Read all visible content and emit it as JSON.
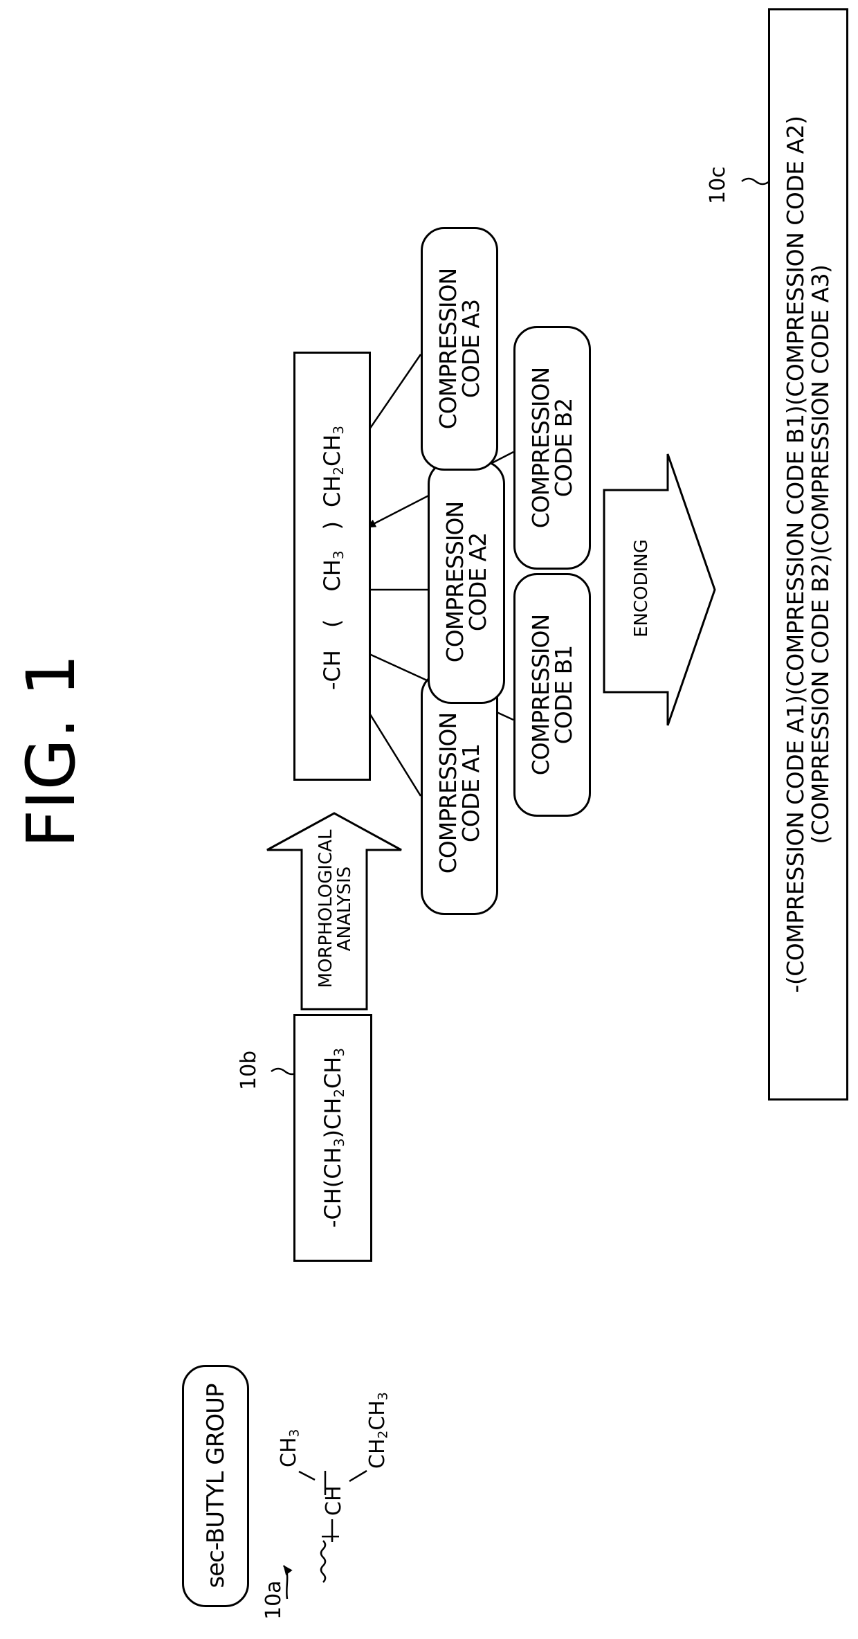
{
  "figure": {
    "title": "FIG. 1"
  },
  "labels": {
    "ref_10a": "10a",
    "ref_10b": "10b",
    "ref_10c": "10c"
  },
  "group": {
    "name": "sec-BUTYL GROUP",
    "structure": {
      "top": "CH",
      "top_sub": "3",
      "center": "CH",
      "right": "CH",
      "right_sub1": "2",
      "right_mid": "CH",
      "right_sub2": "3"
    }
  },
  "formula": {
    "parts": [
      "-CH(CH",
      "3",
      ")CH",
      "2",
      "CH",
      "3"
    ]
  },
  "arrows": {
    "morphological": [
      "MORPHOLOGICAL",
      "ANALYSIS"
    ],
    "encoding": "ENCODING"
  },
  "tokens": {
    "t1": "-CH",
    "t2": "(",
    "t3": "CH",
    "t3_sub": "3",
    "t4": ")",
    "t5a": "CH",
    "t5_sub1": "2",
    "t5b": "CH",
    "t5_sub2": "3"
  },
  "codes": [
    {
      "line1": "COMPRESSION",
      "line2": "CODE A1"
    },
    {
      "line1": "COMPRESSION",
      "line2": "CODE B1"
    },
    {
      "line1": "COMPRESSION",
      "line2": "CODE A2"
    },
    {
      "line1": "COMPRESSION",
      "line2": "CODE B2"
    },
    {
      "line1": "COMPRESSION",
      "line2": "CODE A3"
    }
  ],
  "result": {
    "line1": "-(COMPRESSION CODE A1)(COMPRESSION CODE B1)(COMPRESSION CODE A2)",
    "line2": "(COMPRESSION CODE B2)(COMPRESSION CODE A3)"
  }
}
